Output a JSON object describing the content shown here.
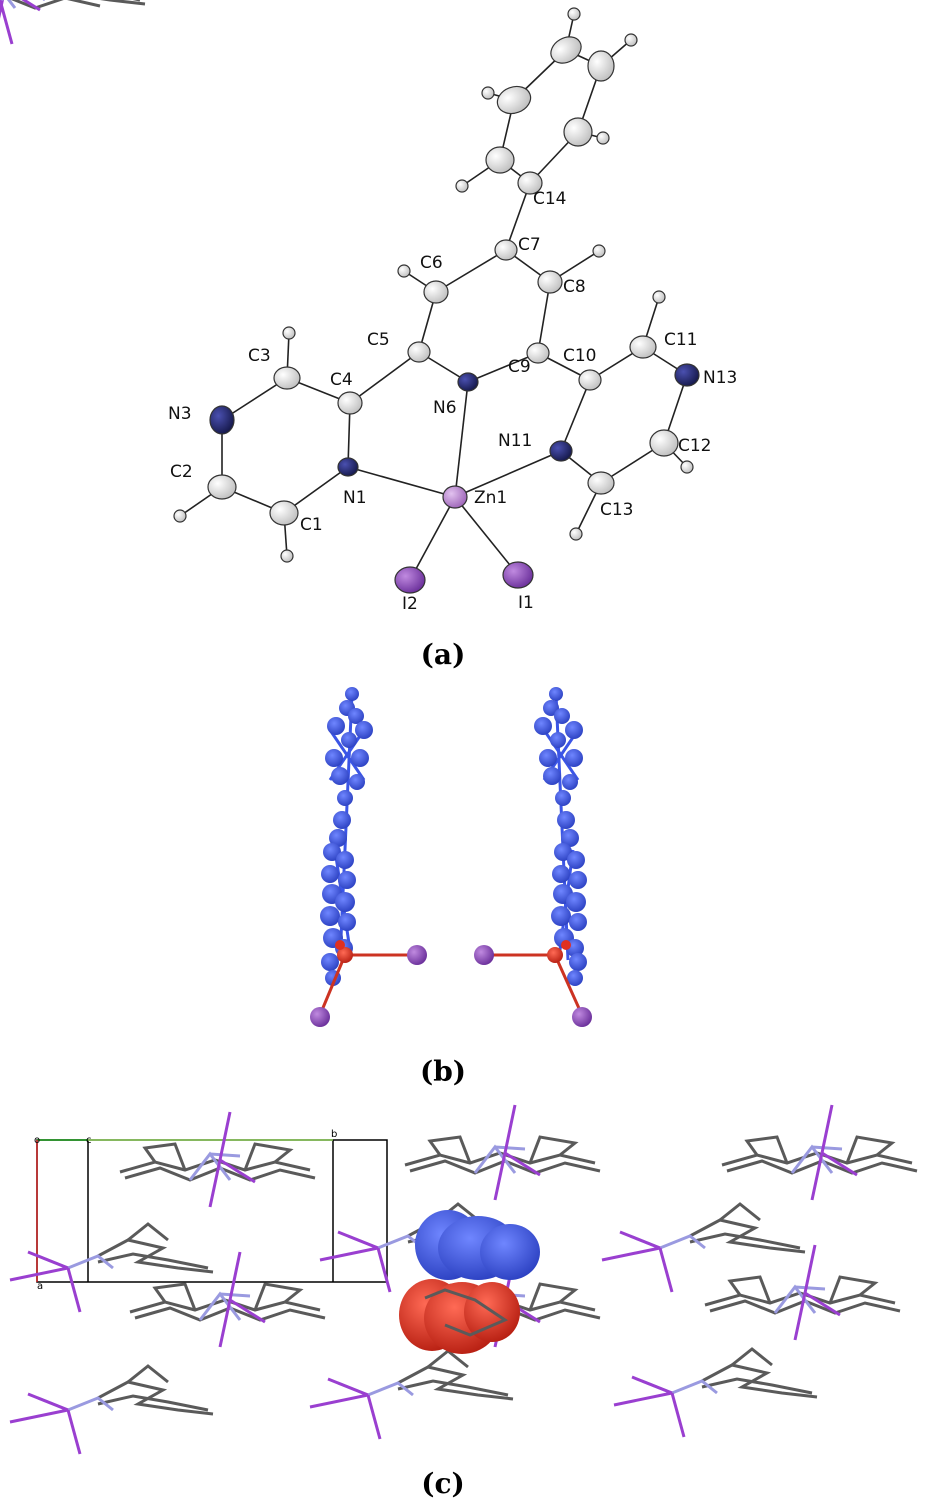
{
  "panels": {
    "a": "(a)",
    "b": "(b)",
    "c": "(c)"
  },
  "atom_labels": {
    "C14": "C14",
    "C7": "C7",
    "C6": "C6",
    "C8": "C8",
    "C5": "C5",
    "C3": "C3",
    "C4": "C4",
    "C9": "C9",
    "C10": "C10",
    "C11": "C11",
    "N13": "N13",
    "N6": "N6",
    "N3": "N3",
    "N11": "N11",
    "C12": "C12",
    "C2": "C2",
    "N1": "N1",
    "Zn1": "Zn1",
    "C1": "C1",
    "C13": "C13",
    "I2": "I2",
    "I1": "I1"
  },
  "cell_axes": {
    "o": "o",
    "c": "c",
    "b": "b",
    "a": "a"
  },
  "colors": {
    "carbon": "#e6e6e6",
    "nitrogen": "#2a2d7a",
    "zinc": "#b07ec6",
    "iodine": "#8a44b8",
    "hydrogen": "#d8d8d8",
    "molecule_blue": "#3b55e6",
    "molecule_red": "#e03020",
    "stick_gray": "#5a5a5a",
    "stick_lavender": "#9a9ae0",
    "stick_purple": "#9a3fd0"
  }
}
